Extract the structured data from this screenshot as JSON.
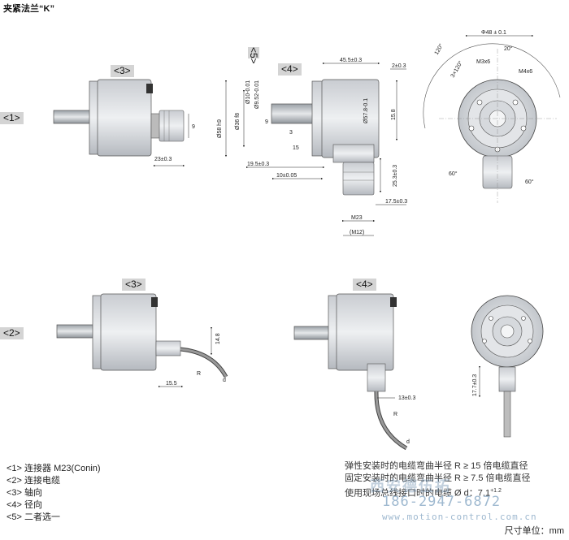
{
  "title": "夹紧法兰“K”",
  "tags": {
    "t1": "<1>",
    "t2": "<2>",
    "t3a": "<3>",
    "t3b": "<3>",
    "t4a": "<4>",
    "t4b": "<4>",
    "t5": "<5>"
  },
  "dims": {
    "d23": "23±0.3",
    "d9": "9",
    "d58": "Ø58 h9",
    "d36": "Ø36 f8",
    "d10": "Ø10-0.01",
    "d952": "Ø9.52-0.01",
    "d9b": "9",
    "d3": "3",
    "d15": "15",
    "d195": "19.5±0.3",
    "d10b": "10±0.05",
    "d455": "45.5±0.3",
    "d2": "2±0.3",
    "d158": "15.8",
    "d57": "Ø57.8-0.1",
    "d253": "25.3±0.3",
    "d175": "17.5±0.3",
    "dM23": "M23",
    "dM12": "(M12)",
    "d48": "Φ48 ± 0.1",
    "a20": "20°",
    "a120": "120°",
    "a3x120": "3×120°",
    "m3": "M3x6",
    "m4": "M4x6",
    "a60a": "60°",
    "a60b": "60°",
    "d148": "14.8",
    "d155": "15.5",
    "R1": "R",
    "d1": "d",
    "d13": "13±0.3",
    "R2": "R",
    "d2b": "d",
    "d177": "17.7±0.3"
  },
  "legend": [
    "<1> 连接器 M23(Conin)",
    "<2> 连接电缆",
    "<3> 轴向",
    "<4> 径向",
    "<5> 二者选一"
  ],
  "notes": [
    "弹性安装时的电缆弯曲半径 R ≥ 15 倍电缆直径",
    "固定安装时的电缆弯曲半径 R ≥ 7.5 倍电缆直径",
    "使用现场总线接口时的电缆 Ø d：7.1"
  ],
  "note_superscript": "+1.2",
  "watermark": {
    "cn": "西安德伍拓",
    "phone": "186-2947-6872",
    "url": "www.motion-control.com.cn"
  },
  "units": "尺寸单位：mm"
}
